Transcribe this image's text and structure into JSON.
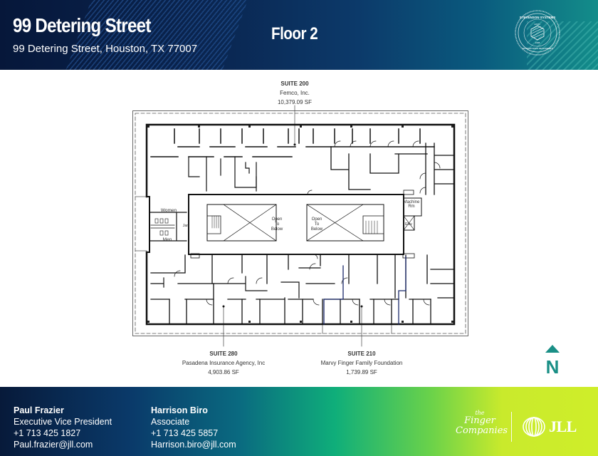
{
  "header": {
    "building_name": "99 Detering Street",
    "address": "99 Detering Street, Houston, TX 77007",
    "floor_title": "Floor 2",
    "seal": {
      "icon": "stevenson-systems-seal-icon",
      "top_text": "STEVENSON SYSTEMS",
      "est_label": "ESTD.",
      "year": "1998",
      "bottom_text": "CERTIFIED SPACE MEASUREMENT"
    }
  },
  "floorplan": {
    "suites": [
      {
        "number": "SUITE 200",
        "tenant": "Femco, Inc.",
        "area": "10,379.09 SF"
      },
      {
        "number": "SUITE 280",
        "tenant": "Pasadena Insurance Agency, Inc",
        "area": "4,903.86 SF"
      },
      {
        "number": "SUITE 210",
        "tenant": "Marvy Finger Family Foundation",
        "area": "1,739.89 SF"
      }
    ],
    "room_labels": {
      "women": "Women",
      "men": "Men",
      "janitor": "Jan",
      "machine_room": "Machine Rm",
      "machine_room_line1": "Machine",
      "machine_room_line2": "Rm",
      "elevator": "Elev",
      "open_to_below_1": [
        "Open",
        "To",
        "Below"
      ],
      "open_to_below_2": [
        "Open",
        "To",
        "Below"
      ]
    },
    "north_arrow": {
      "icon": "north-arrow-icon",
      "label": "N",
      "color": "#1a8f86"
    }
  },
  "footer": {
    "contacts": [
      {
        "name": "Paul Frazier",
        "title": "Executive Vice President",
        "phone": "+1 713 425 1827",
        "email": "Paul.frazier@jll.com"
      },
      {
        "name": "Harrison Biro",
        "title": "Associate",
        "phone": "+1 713 425 5857",
        "email": "Harrison.biro@jll.com"
      }
    ],
    "logos": {
      "finger": {
        "the": "the",
        "line1": "Finger",
        "line2": "Companies"
      },
      "jll": {
        "icon": "jll-rings-icon",
        "text": "JLL"
      }
    }
  },
  "colors": {
    "header_dark": "#06173a",
    "header_teal": "#138d8a",
    "footer_lime": "#cfee2a",
    "suite210_outline": "#1b2a6b",
    "wall": "#111111"
  }
}
